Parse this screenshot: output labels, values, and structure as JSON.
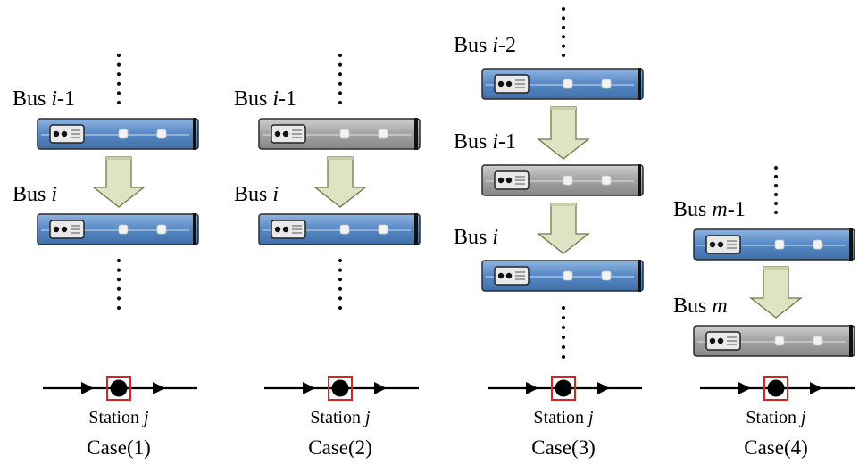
{
  "colors": {
    "bus_active": "#5b8cc8",
    "bus_inactive": "#a6a6a6",
    "arrow_fill": "#dde4c4",
    "station_box": "#e02020"
  },
  "cases": [
    {
      "caption": "Case(1)",
      "station_label": {
        "prefix": "Station ",
        "var": "j"
      },
      "buses": [
        {
          "label": {
            "prefix": "Bus ",
            "var": "i",
            "suffix": "-1"
          },
          "state": "active"
        },
        {
          "label": {
            "prefix": "Bus ",
            "var": "i",
            "suffix": ""
          },
          "state": "active"
        }
      ]
    },
    {
      "caption": "Case(2)",
      "station_label": {
        "prefix": "Station ",
        "var": "j"
      },
      "buses": [
        {
          "label": {
            "prefix": "Bus ",
            "var": "i",
            "suffix": "-1"
          },
          "state": "inactive"
        },
        {
          "label": {
            "prefix": "Bus ",
            "var": "i",
            "suffix": ""
          },
          "state": "active"
        }
      ]
    },
    {
      "caption": "Case(3)",
      "station_label": {
        "prefix": "Station ",
        "var": "j"
      },
      "buses": [
        {
          "label": {
            "prefix": "Bus ",
            "var": "i",
            "suffix": "-2"
          },
          "state": "active"
        },
        {
          "label": {
            "prefix": "Bus ",
            "var": "i",
            "suffix": "-1"
          },
          "state": "inactive"
        },
        {
          "label": {
            "prefix": "Bus ",
            "var": "i",
            "suffix": ""
          },
          "state": "active"
        }
      ]
    },
    {
      "caption": "Case(4)",
      "station_label": {
        "prefix": "Station ",
        "var": "j"
      },
      "buses": [
        {
          "label": {
            "prefix": "Bus ",
            "var": "m",
            "suffix": "-1"
          },
          "state": "active"
        },
        {
          "label": {
            "prefix": "Bus ",
            "var": "m",
            "suffix": ""
          },
          "state": "inactive"
        }
      ]
    }
  ]
}
